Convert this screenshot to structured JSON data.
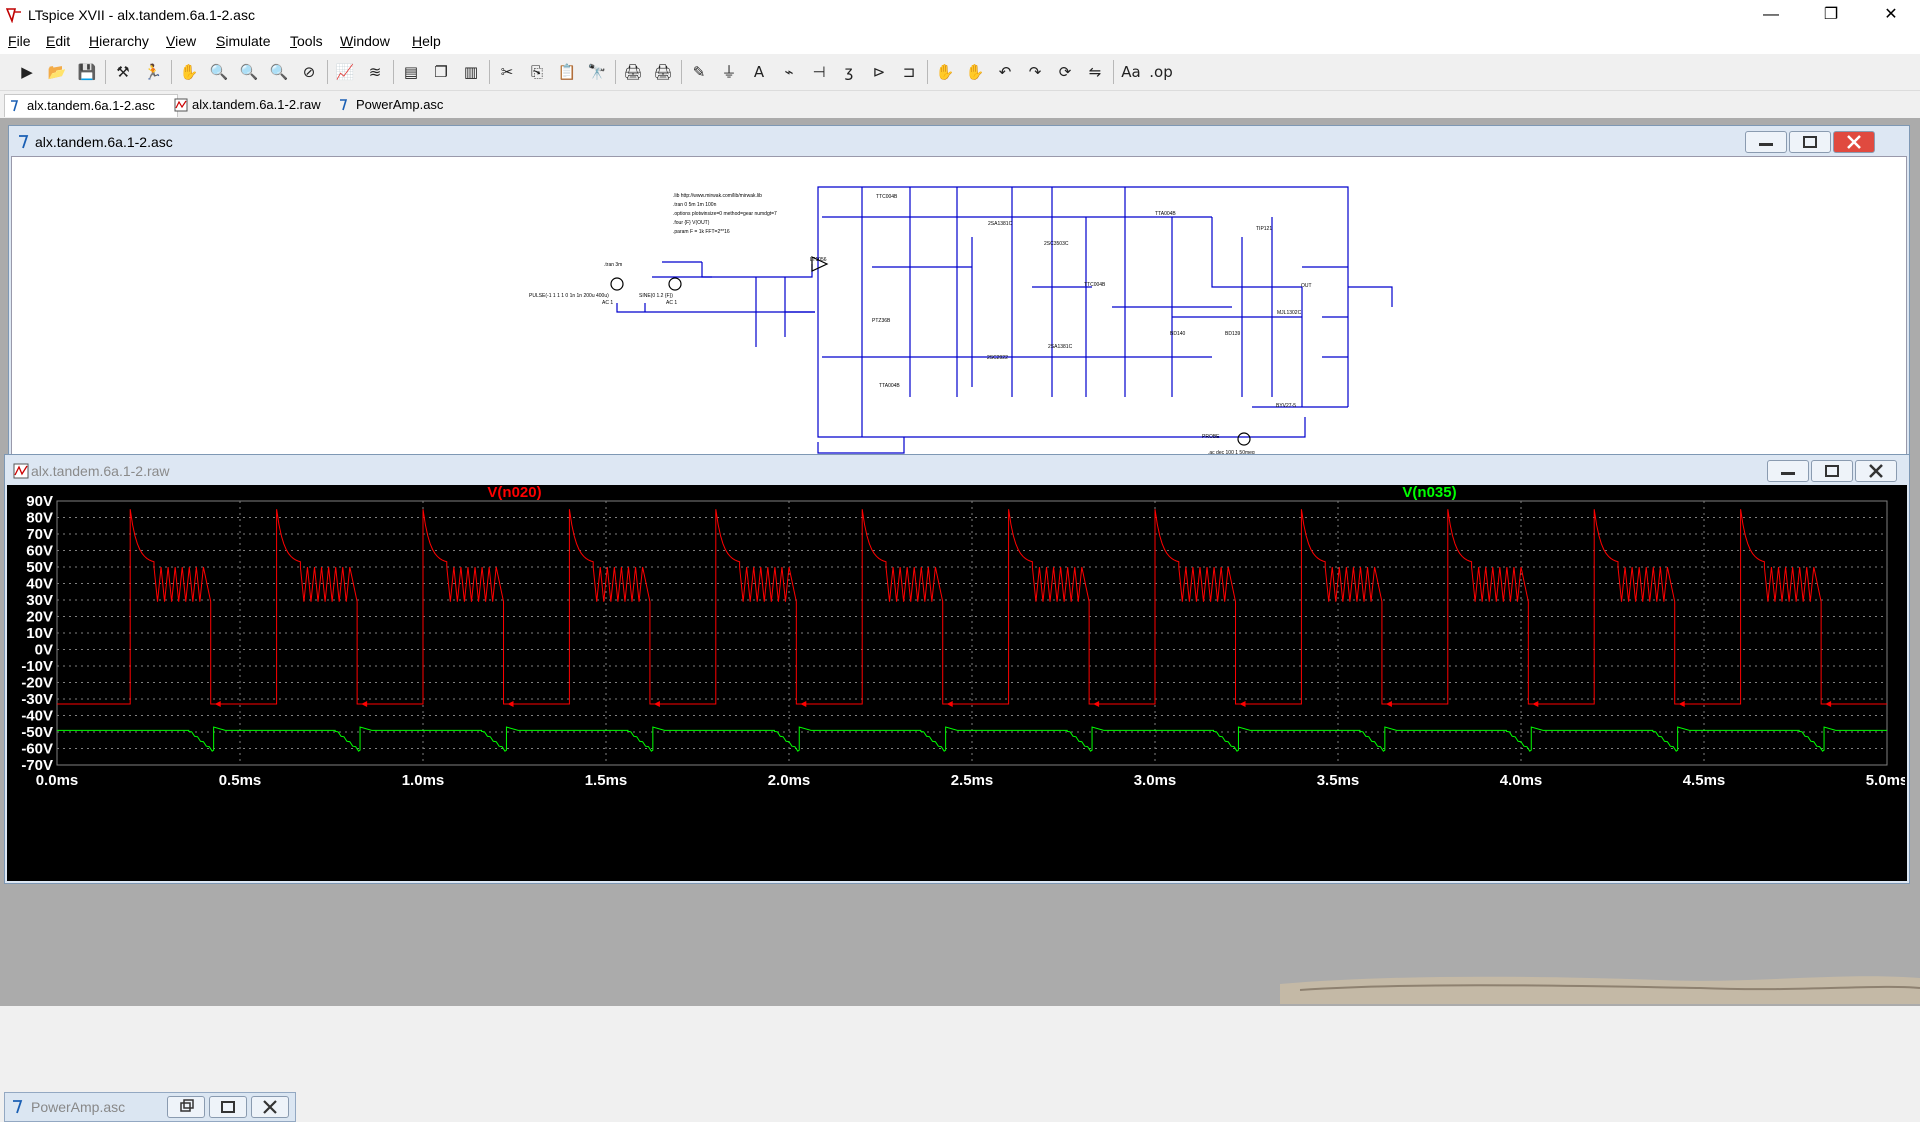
{
  "window": {
    "title": "LTspice XVII - alx.tandem.6a.1-2.asc"
  },
  "menu": [
    {
      "label": "File",
      "key": "F",
      "rest": "ile"
    },
    {
      "label": "Edit",
      "key": "E",
      "rest": "dit"
    },
    {
      "label": "Hierarchy",
      "key": "H",
      "rest": "ierarchy"
    },
    {
      "label": "View",
      "key": "V",
      "rest": "iew"
    },
    {
      "label": "Simulate",
      "key": "S",
      "rest": "imulate"
    },
    {
      "label": "Tools",
      "key": "T",
      "rest": "ools"
    },
    {
      "label": "Window",
      "key": "W",
      "rest": "indow"
    },
    {
      "label": "Help",
      "key": "H",
      "rest": "elp"
    }
  ],
  "toolbar": [
    "new-schematic-icon",
    "open-icon",
    "save-icon",
    "control-panel-icon",
    "run-icon",
    "pan-icon",
    "zoom-in-icon",
    "zoom-out-icon",
    "zoom-full-icon",
    "zoom-cancel-icon",
    "autorange-icon",
    "waveform-icon",
    "tile-horizontal-icon",
    "cascade-icon",
    "tile-vertical-icon",
    "cut-icon",
    "copy-icon",
    "paste-icon",
    "find-icon",
    "print-icon",
    "print-setup-icon",
    "pencil-icon",
    "ground-icon",
    "label-net-icon",
    "resistor-icon",
    "capacitor-icon",
    "inductor-icon",
    "diode-icon",
    "component-icon",
    "move-icon",
    "drag-icon",
    "undo-icon",
    "redo-icon",
    "rotate-icon",
    "mirror-icon",
    "text-icon",
    "spice-directive-icon"
  ],
  "tabs": [
    {
      "label": "alx.tandem.6a.1-2.asc",
      "icon": "schematic-icon",
      "active": true
    },
    {
      "label": "alx.tandem.6a.1-2.raw",
      "icon": "waveform-icon",
      "active": false
    },
    {
      "label": "PowerAmp.asc",
      "icon": "schematic-icon",
      "active": false
    }
  ],
  "schematic_window": {
    "title": "alx.tandem.6a.1-2.asc",
    "directives": [
      ".lib http://www.mirwak.com/lib/mirwak.lib",
      ".tran 0 5m 1m 100n",
      ".options plotwinsize=0 method=gear numdgt=7",
      ".four {F} V(OUT)",
      ".param F = 1k FFT=2**16"
    ],
    "labels": {
      "tran": ".tran 3m",
      "v3": "PULSE(-1 1 1 1 0 1n 1n 200u 400u)",
      "v3_ac": "AC 1",
      "v4": "SINE(0 1.2 {F})",
      "v4_ac": "AC 1",
      "u1": "LT1056",
      "out": "OUT",
      "probe": "PROBE",
      "ac": ".ac dec 100 1 50meg",
      "q1": "TTC004B",
      "q2": "TTA004B",
      "q3": "2SC2922",
      "q7": "2SA1381C",
      "q8": "2SA1381C",
      "q5": "2SC3503C",
      "q6": "2SC3503C",
      "q10": "TTC004B",
      "q14": "TTA004B",
      "q11": "BD139",
      "q12": "BD140",
      "q4": "MJL1302C",
      "q9": "TIP121",
      "d1": "BYV27-5",
      "d2": "PTZ36B"
    }
  },
  "waveform_window": {
    "title": "alx.tandem.6a.1-2.raw",
    "background": "#000000",
    "grid_color": "#808080",
    "colors": {
      "n020": "#ff0000",
      "n035": "#00ff00",
      "axis_text": "#ffffff"
    }
  },
  "chart_data": {
    "type": "line",
    "xlabel": "",
    "ylabel": "",
    "xlim": [
      0,
      5.0
    ],
    "ylim": [
      -70,
      90
    ],
    "x_ticks": [
      "0.0ms",
      "0.5ms",
      "1.0ms",
      "1.5ms",
      "2.0ms",
      "2.5ms",
      "3.0ms",
      "3.5ms",
      "4.0ms",
      "4.5ms",
      "5.0ms"
    ],
    "y_ticks": [
      "90V",
      "80V",
      "70V",
      "60V",
      "50V",
      "40V",
      "30V",
      "20V",
      "10V",
      "0V",
      "-10V",
      "-20V",
      "-30V",
      "-40V",
      "-50V",
      "-60V",
      "-70V"
    ],
    "period_ms": 0.4,
    "first_rise_ms": 0.2,
    "series": [
      {
        "name": "V(n020)",
        "color": "#ff0000",
        "low_v": -33,
        "peak_v": 85,
        "step_v": 52,
        "ring_high_v": 50,
        "ring_low_v": 29,
        "fall_delay_ms": 0.22,
        "marker_v": -33
      },
      {
        "name": "V(n035)",
        "color": "#00ff00",
        "base_v": -49,
        "dip_v": -61,
        "dip_start_ms": 0.18
      }
    ]
  },
  "bottom_window": {
    "title": "PowerAmp.asc"
  }
}
